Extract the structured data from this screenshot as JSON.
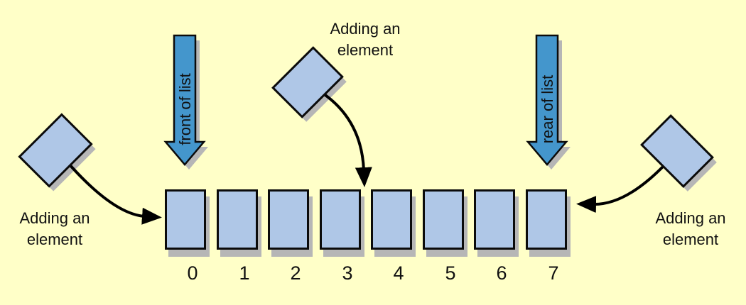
{
  "figure": {
    "description": "Array list diagram showing elements being added at front, middle and rear",
    "background_color": "#FFFFC8"
  },
  "palette": {
    "cell_fill": "#AFC7E7",
    "big_arrow_fill": "#4496CC",
    "shadow": "#B6B6B6",
    "outline": "#0b0b0b"
  },
  "pointer_arrows": {
    "front": {
      "label": "front of list"
    },
    "rear": {
      "label": "rear of list"
    }
  },
  "labels": {
    "left": "Adding an element",
    "top": "Adding an element",
    "right": "Adding an element"
  },
  "array": {
    "indices": [
      "0",
      "1",
      "2",
      "3",
      "4",
      "5",
      "6",
      "7"
    ]
  }
}
